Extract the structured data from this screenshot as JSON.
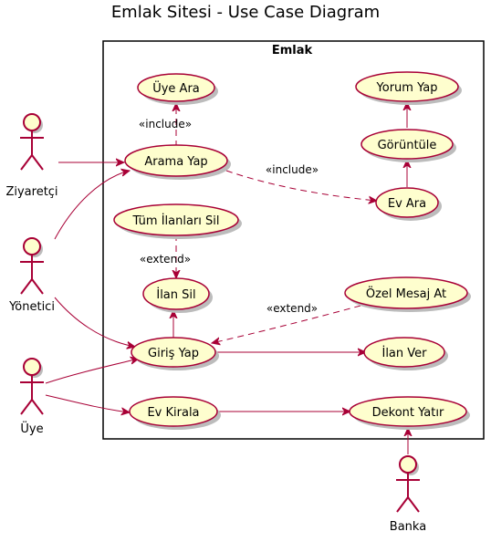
{
  "title": "Emlak Sitesi - Use Case Diagram",
  "system": "Emlak",
  "actors": {
    "ziyaretci": "Ziyaretçi",
    "yonetici": "Yönetici",
    "uye": "Üye",
    "banka": "Banka"
  },
  "usecases": {
    "uye_ara": "Üye Ara",
    "arama_yap": "Arama Yap",
    "tum_ilanlari_sil": "Tüm İlanları Sil",
    "ilan_sil": "İlan Sil",
    "giris_yap": "Giriş Yap",
    "ev_kirala": "Ev Kirala",
    "yorum_yap": "Yorum Yap",
    "goruntule": "Görüntüle",
    "ev_ara": "Ev Ara",
    "ozel_mesaj_at": "Özel Mesaj At",
    "ilan_ver": "İlan Ver",
    "dekont_yatir": "Dekont Yatır"
  },
  "stereotypes": {
    "include_uye_ara": "«include»",
    "include_ev_ara": "«include»",
    "extend_ilan_sil": "«extend»",
    "extend_mesaj": "«extend»"
  },
  "colors": {
    "border": "#A80036",
    "fill": "#FEFECE"
  }
}
